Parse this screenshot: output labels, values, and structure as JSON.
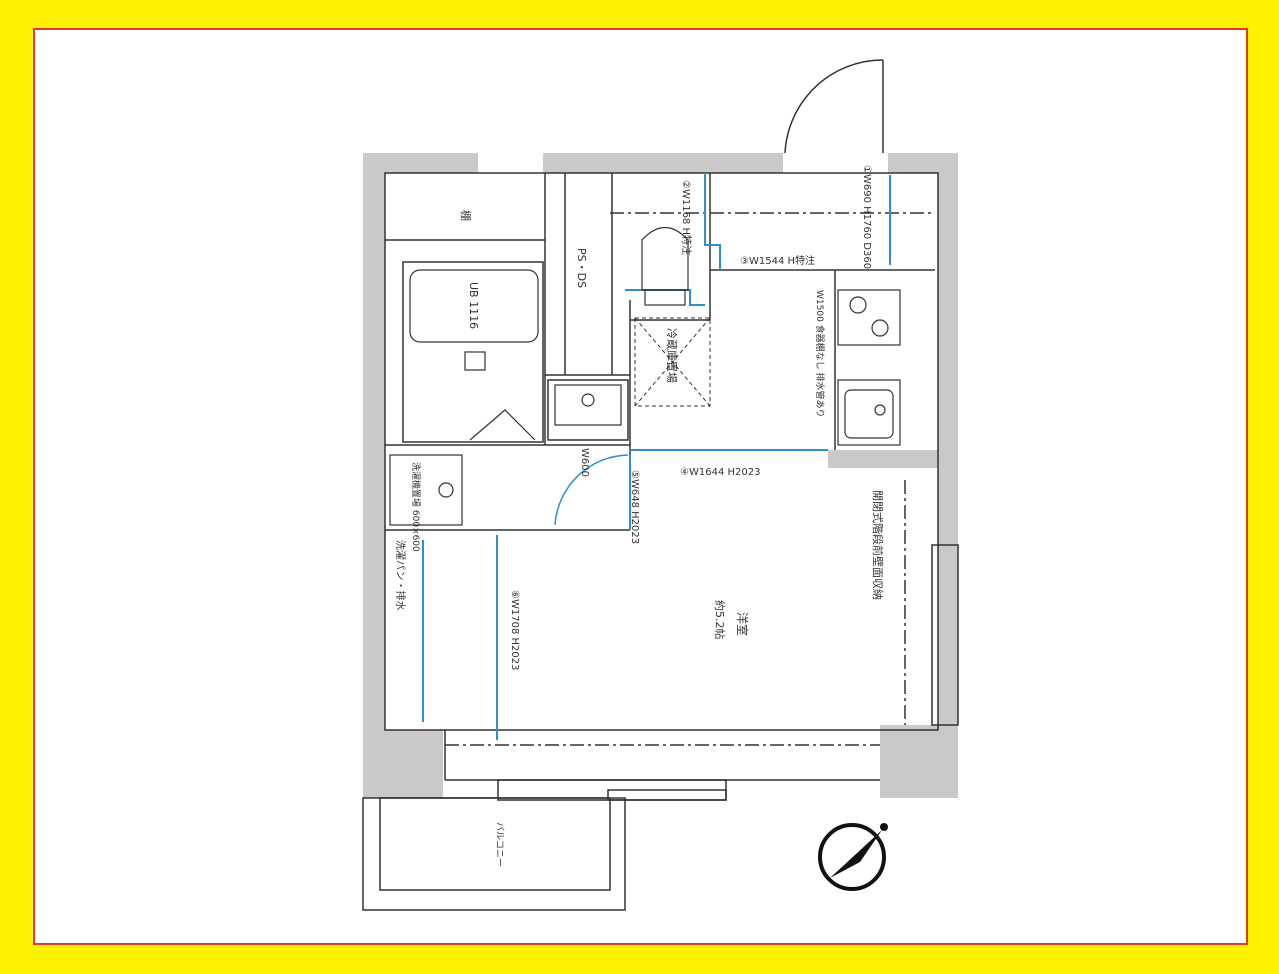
{
  "frame": {
    "background": "#FFF200",
    "border_color": "#E03A2E"
  },
  "colors": {
    "wall": "#C9C9C9",
    "line": "#333333",
    "accent": "#2F8FD0"
  },
  "plan": {
    "bathroom": "UB 1116",
    "shelf": "棚",
    "ps_ds": "PS・DS",
    "reizoko": "冷蔵庫置場",
    "laundry": "洗濯機置場 600×600",
    "laundry_pipe": "洗濯パン・排水",
    "door_600": "W600",
    "door_1": "②W1168 H特注",
    "door_2": "③W1544 H特注",
    "door_3": "④W1644 H2023",
    "door_4": "⑤W648 H2023",
    "door_5": "⑥W1708 H2023",
    "window_top": "①W690 H1760 D360",
    "kitchen_note": "W1500 食器棚なし 排水管あり",
    "closet_note": "開閉式階段前壁面収納",
    "room_name": "洋室",
    "room_size": "約5.2帖",
    "balcony": "バルコニー"
  },
  "compass": {
    "icon": "north-arrow-icon"
  }
}
